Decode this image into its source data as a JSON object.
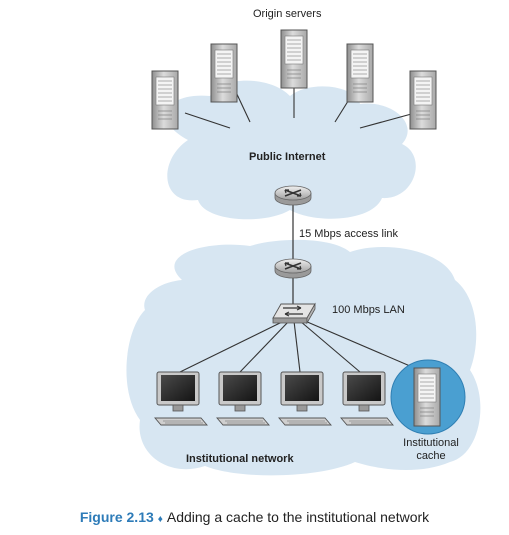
{
  "labels": {
    "origin_servers": "Origin servers",
    "public_internet": "Public Internet",
    "access_link": "15 Mbps access link",
    "lan": "100 Mbps LAN",
    "institutional_network": "Institutional network",
    "cache_line1": "Institutional",
    "cache_line2": "cache"
  },
  "caption": {
    "figure_number": "Figure 2.13",
    "separator": "♦",
    "text": "Adding a cache to the institutional network"
  },
  "colors": {
    "cloud": "#d7e6f2",
    "cache_highlight": "#4a9fd1",
    "caption_accent": "#2d7bb8"
  }
}
